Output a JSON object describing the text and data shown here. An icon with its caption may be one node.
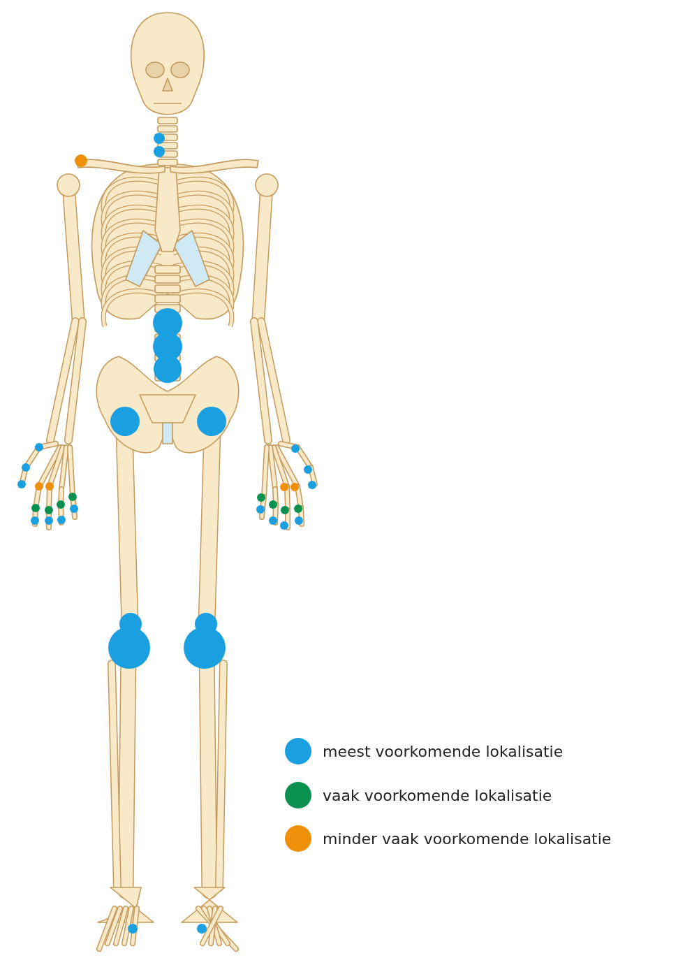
{
  "diagram": {
    "legend": [
      {
        "text": "meest voorkomende lokalisatie",
        "color": "#1a9fe0"
      },
      {
        "text": "vaak voorkomende lokalisatie",
        "color": "#0a9150"
      },
      {
        "text": "minder vaak voorkomende lokalisatie",
        "color": "#f0900a"
      }
    ]
  }
}
